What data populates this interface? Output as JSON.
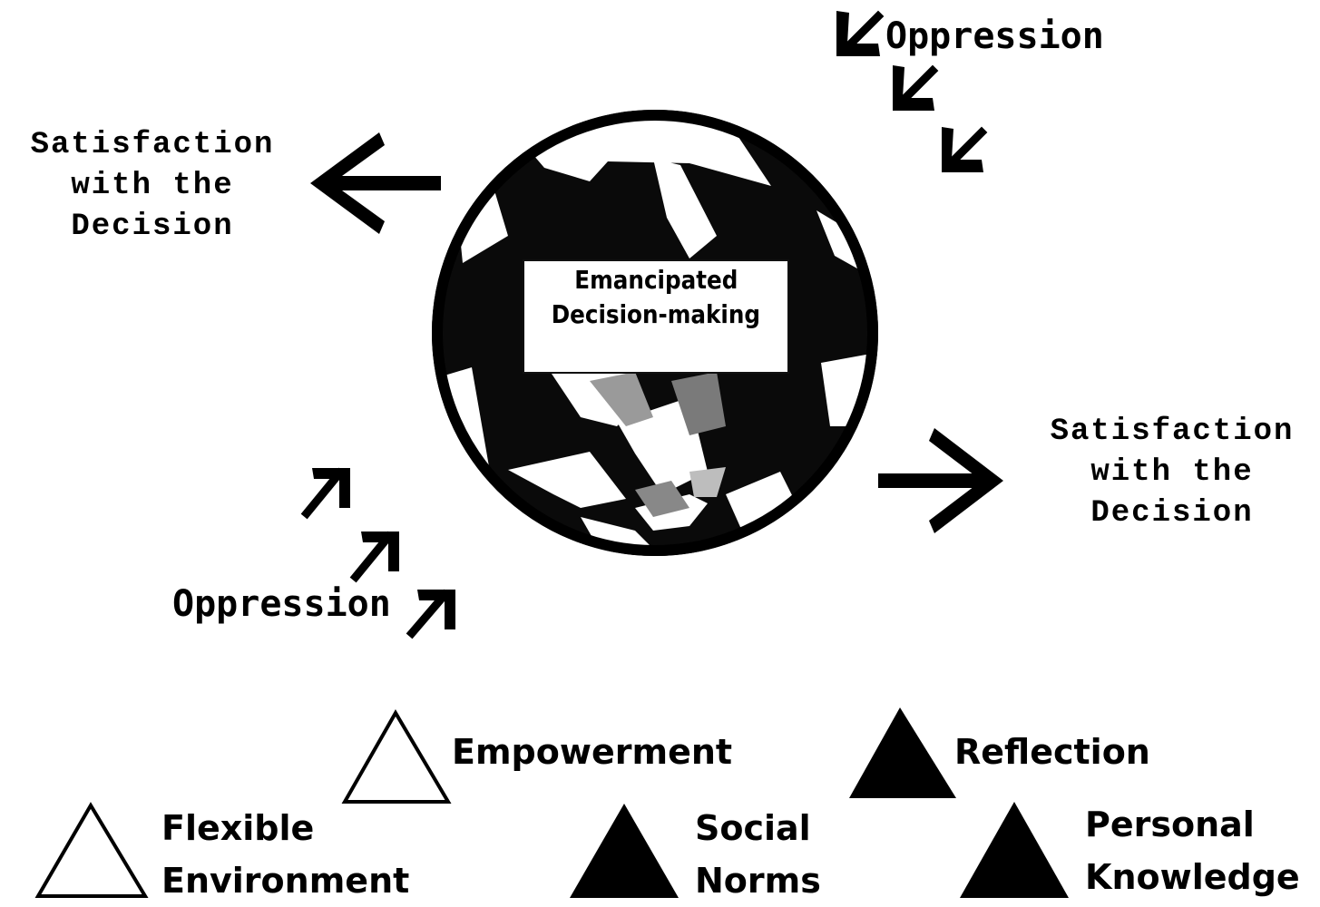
{
  "center_concept": {
    "line1": "Emancipated",
    "line2": "Decision-making"
  },
  "outcome_left": {
    "line1": "Satisfaction",
    "line2": "with the",
    "line3": "Decision"
  },
  "outcome_right": {
    "line1": "Satisfaction",
    "line2": "with the",
    "line3": "Decision"
  },
  "pressure_top": {
    "label": "Oppression"
  },
  "pressure_bottom": {
    "label": "Oppression"
  },
  "legend": {
    "empowerment": {
      "label": "Empowerment",
      "shape": "open-triangle"
    },
    "reflection": {
      "label": "Reflection",
      "shape": "filled-triangle"
    },
    "flexible_environment": {
      "line1": "Flexible",
      "line2": "Environment",
      "shape": "open-triangle"
    },
    "social_norms": {
      "line1": "Social",
      "line2": "Norms",
      "shape": "filled-triangle"
    },
    "personal_knowledge": {
      "line1": "Personal",
      "line2": "Knowledge",
      "shape": "filled-triangle"
    }
  },
  "colors": {
    "ink": "#000000",
    "paper": "#ffffff",
    "band": "#111111"
  }
}
